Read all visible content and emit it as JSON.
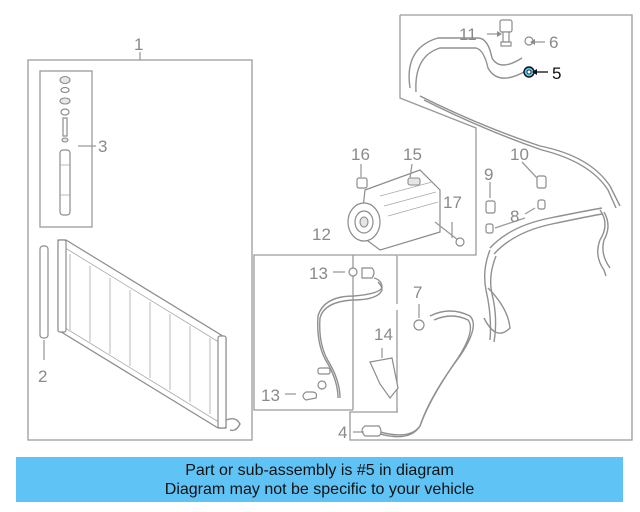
{
  "callouts": {
    "c1": "1",
    "c2": "2",
    "c3": "3",
    "c4": "4",
    "c5": "5",
    "c6": "6",
    "c7": "7",
    "c8": "8",
    "c9": "9",
    "c10": "10",
    "c11": "11",
    "c12": "12",
    "c13a": "13",
    "c13b": "13",
    "c14": "14",
    "c15": "15",
    "c16": "16",
    "c17": "17"
  },
  "highlighted_part": "5",
  "banner": {
    "line1": "Part or sub-assembly is #5 in diagram",
    "line2": "Diagram may not be specific to your vehicle",
    "background": "#5fc3f5"
  },
  "colors": {
    "linework": "#9a9a9a",
    "highlight_part": "#5fc3f5"
  }
}
